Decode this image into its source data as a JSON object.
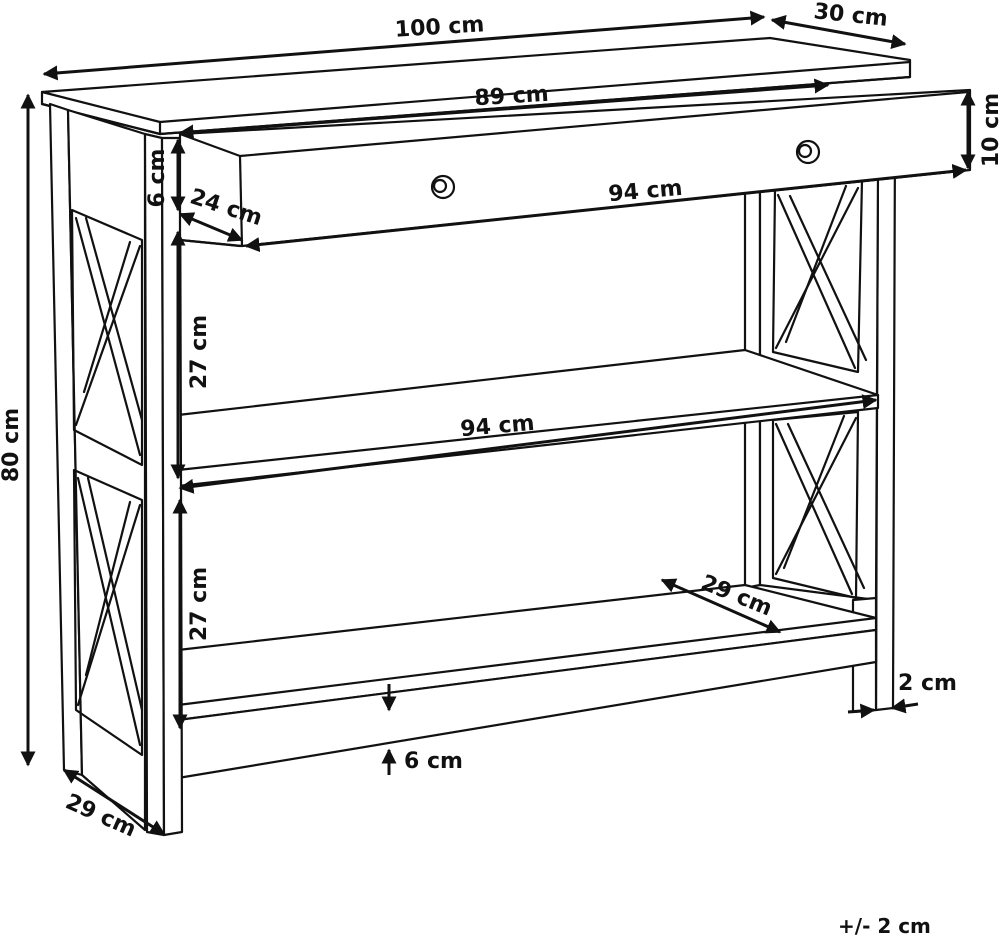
{
  "dimensions": {
    "width_top": "100 cm",
    "depth_top": "30 cm",
    "drawer_width": "89 cm",
    "drawer_height": "10 cm",
    "drawer_front": "94 cm",
    "drawer_depth": "24 cm",
    "top_gap": "6 cm",
    "height_total": "80 cm",
    "upper_shelf_gap": "27 cm",
    "middle_shelf_width": "94 cm",
    "lower_shelf_gap": "27 cm",
    "bottom_shelf_depth": "29 cm",
    "leg_thickness": "2 cm",
    "bottom_clearance": "6 cm",
    "side_depth": "29 cm"
  },
  "tolerance": "+/- 2 cm"
}
